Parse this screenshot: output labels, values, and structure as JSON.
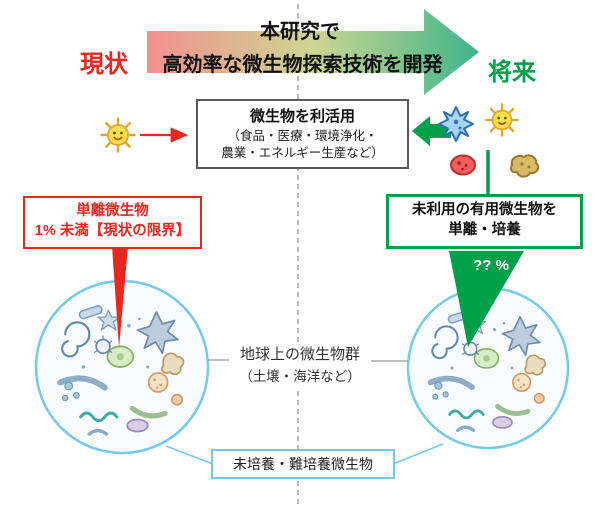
{
  "title_arrow": {
    "line1": "本研究で",
    "line2": "高効率な微生物探索技術を開発"
  },
  "labels": {
    "current": "現状",
    "future": "将来"
  },
  "utilization_box": {
    "title": "微生物を利活用",
    "detail_line1": "（食品・医療・環境浄化・",
    "detail_line2": "農業・エネルギー生産など）"
  },
  "isolated_box": {
    "line1": "単離微生物",
    "line2": "1% 未満【現状の限界】"
  },
  "future_box": {
    "line1": "未利用の有用微生物を",
    "line2": "単離・培養"
  },
  "big_green_arrow": {
    "label": "?? %"
  },
  "earth_microbes": {
    "line1": "地球上の微生物群",
    "line2": "（土壌・海洋など）"
  },
  "uncultured_box": {
    "label": "未培養・難培養微生物"
  },
  "icons": {
    "left_of_utilization": "sun-smiley-microbe-icon",
    "right_of_utilization": [
      "star-microbe-icon",
      "sun-smiley-microbe-icon",
      "red-blob-microbe-icon",
      "amoeba-microbe-icon"
    ]
  },
  "colors": {
    "red": "#e8271f",
    "green": "#00a04b",
    "light_blue": "#74c8e8",
    "arrow_gradient_start": "#f29090",
    "arrow_gradient_mid": "#cdd693",
    "arrow_gradient_end": "#3eb489"
  }
}
